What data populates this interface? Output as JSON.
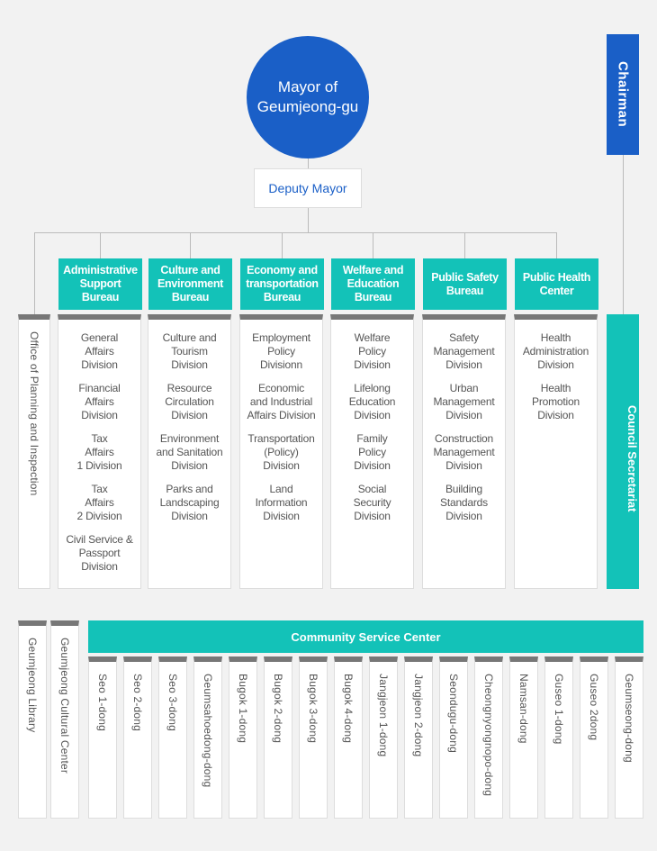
{
  "mayor": {
    "line1": "Mayor of",
    "line2": "Geumjeong-gu"
  },
  "deputy": "Deputy Mayor",
  "chairman": "Chairman",
  "council": "Council Secretariat",
  "office": "Office of Planning and Inspection",
  "colors": {
    "blue": "#1a5fc7",
    "teal": "#13c2b8",
    "header_bar": "#777777"
  },
  "bureaus": [
    {
      "name": [
        "Administrative",
        "Support",
        "Bureau"
      ],
      "divisions": [
        [
          "General",
          "Affairs",
          "Division"
        ],
        [
          "Financial",
          "Affairs",
          "Division"
        ],
        [
          "Tax",
          "Affairs",
          "1 Division"
        ],
        [
          "Tax",
          "Affairs",
          "2 Division"
        ],
        [
          "Civil Service &",
          "Passport",
          "Division"
        ]
      ]
    },
    {
      "name": [
        "Culture and",
        "Environment",
        "Bureau"
      ],
      "divisions": [
        [
          "Culture and",
          "Tourism",
          "Division"
        ],
        [
          "Resource",
          "Circulation",
          "Division"
        ],
        [
          "Environment",
          "and Sanitation",
          "Division"
        ],
        [
          "Parks and",
          "Landscaping",
          "Division"
        ]
      ]
    },
    {
      "name": [
        "Economy and",
        "transportation",
        "Bureau"
      ],
      "divisions": [
        [
          "Employment",
          "Policy",
          "Divisionn"
        ],
        [
          "Economic",
          "and Industrial",
          "Affairs Division"
        ],
        [
          "Transportation",
          "(Policy)",
          "Division"
        ],
        [
          "Land",
          "Information",
          "Division"
        ]
      ]
    },
    {
      "name": [
        "Welfare and",
        "Education",
        "Bureau"
      ],
      "divisions": [
        [
          "Welfare",
          "Policy",
          "Division"
        ],
        [
          "Lifelong",
          "Education",
          "Division"
        ],
        [
          "Family",
          "Policy",
          "Division"
        ],
        [
          "Social",
          "Security",
          "Division"
        ]
      ]
    },
    {
      "name": [
        "Public Safety",
        "Bureau"
      ],
      "divisions": [
        [
          "Safety",
          "Management",
          "Division"
        ],
        [
          "Urban",
          "Management",
          "Division"
        ],
        [
          "Construction",
          "Management",
          "Division"
        ],
        [
          "Building",
          "Standards",
          "Division"
        ]
      ]
    },
    {
      "name": [
        "Public Health",
        "Center"
      ],
      "divisions": [
        [
          "Health",
          "Administration",
          "Division"
        ],
        [
          "Health",
          "Promotion",
          "Division"
        ]
      ]
    }
  ],
  "library": "Geumjeong Library",
  "cultural_center": "Geumjeong Cultural Center",
  "community": "Community Service Center",
  "dongs": [
    "Seo 1-dong",
    "Seo 2-dong",
    "Seo 3-dong",
    "Geumsahoedong-dong",
    "Bugok 1-dong",
    "Bugok 2-dong",
    "Bugok 3-dong",
    "Bugok 4-dong",
    "Jangjeon 1-dong",
    "Jangjeon 2-dong",
    "Seondugu-dong",
    "Cheongnyongnopo-dong",
    "Namsan-dong",
    "Guseo 1-dong",
    "Guseo 2dong",
    "Geumseong-dong"
  ]
}
